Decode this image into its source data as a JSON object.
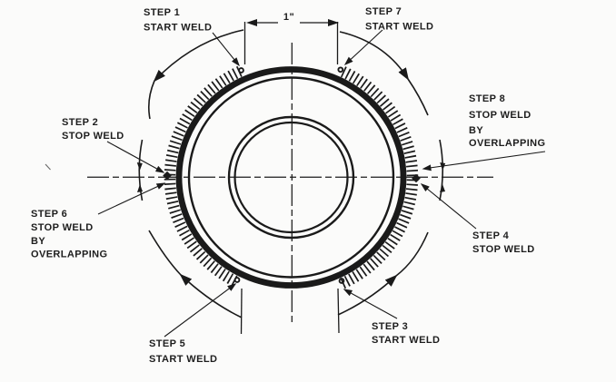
{
  "figure": {
    "type": "pipe-welding-sequence-diagram",
    "dimension_label": "1\"",
    "labels": {
      "step1": [
        "STEP 1",
        "START WELD"
      ],
      "step2": [
        "STEP 2",
        "STOP WELD"
      ],
      "step3": [
        "STEP 3",
        "START WELD"
      ],
      "step4": [
        "STEP 4",
        "STOP WELD"
      ],
      "step5": [
        "STEP 5",
        "START WELD"
      ],
      "step6": [
        "STEP 6",
        "STOP WELD",
        "BY",
        "OVERLAPPING"
      ],
      "step7": [
        "STEP 7",
        "START WELD"
      ],
      "step8": [
        "STEP 8",
        "STOP WELD",
        "BY",
        "OVERLAPPING"
      ]
    },
    "colors": {
      "ink": "#1a1a1a",
      "paper": "#fbfbfa"
    }
  }
}
